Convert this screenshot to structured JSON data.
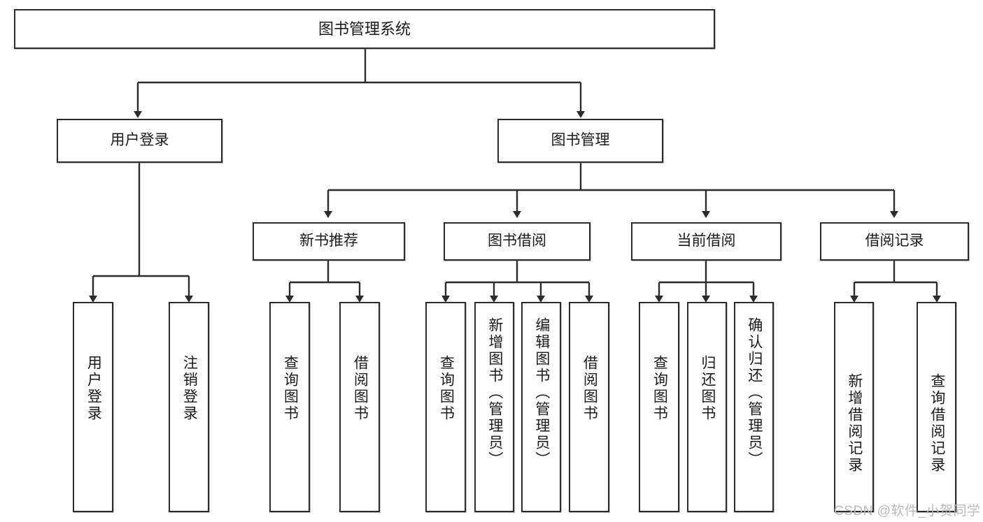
{
  "diagram": {
    "type": "tree",
    "title": "图书管理系统",
    "levels": {
      "root": {
        "label": "图书管理系统"
      },
      "level2": [
        {
          "label": "用户登录"
        },
        {
          "label": "图书管理"
        }
      ],
      "level3": [
        {
          "label": "新书推荐"
        },
        {
          "label": "图书借阅"
        },
        {
          "label": "当前借阅"
        },
        {
          "label": "借阅记录"
        }
      ],
      "leaves": {
        "user_login": [
          {
            "label": "用户登录"
          },
          {
            "label": "注销登录"
          }
        ],
        "new_book_recommend": [
          {
            "label": "查询图书"
          },
          {
            "label": "借阅图书"
          }
        ],
        "book_borrow": [
          {
            "label": "查询图书"
          },
          {
            "label": "新增图书（管理员）"
          },
          {
            "label": "编辑图书（管理员）"
          },
          {
            "label": "借阅图书"
          }
        ],
        "current_borrow": [
          {
            "label": "查询图书"
          },
          {
            "label": "归还图书"
          },
          {
            "label": "确认归还（管理员）"
          }
        ],
        "borrow_record": [
          {
            "label": "新增借阅记录"
          },
          {
            "label": "查询借阅记录"
          }
        ]
      }
    },
    "colors": {
      "stroke": "#2b2b2b",
      "fill": "#ffffff",
      "text": "#1a1a1a",
      "watermark": "#b9b9b9"
    }
  },
  "watermark": {
    "text": "CSDN @软件_小贺同学"
  }
}
